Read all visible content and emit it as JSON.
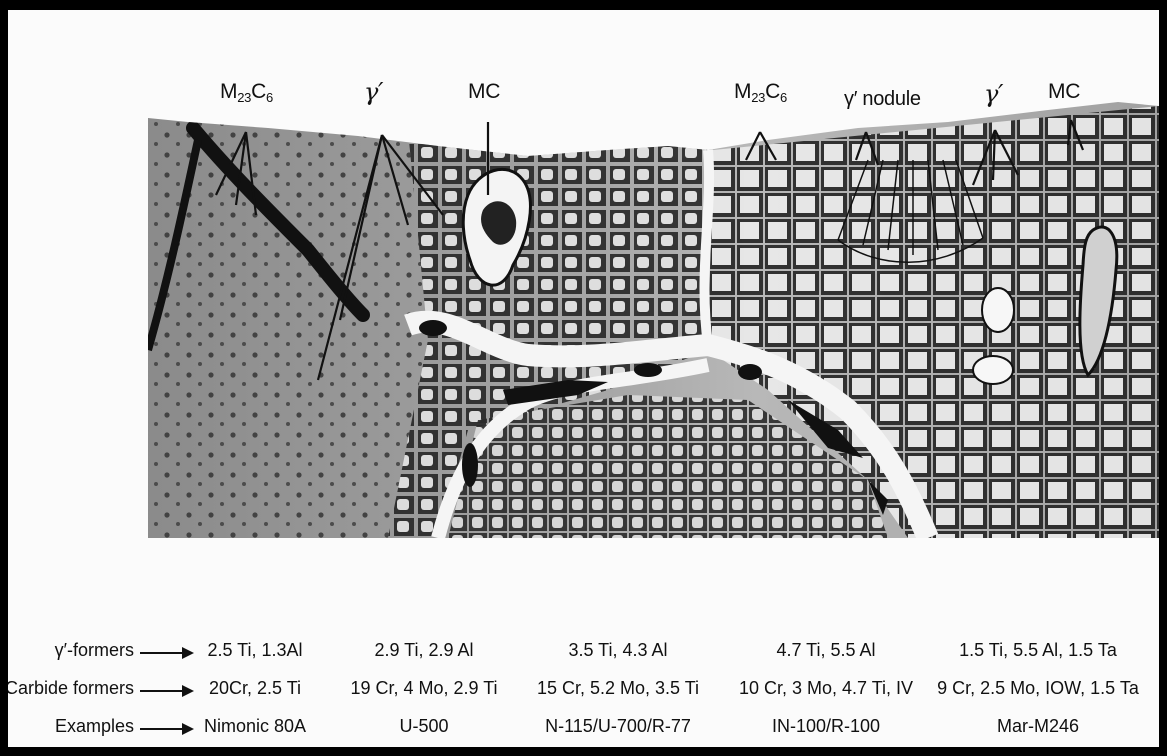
{
  "labels": {
    "m23c6_left": {
      "base": "M",
      "sub1": "23",
      "mid": "C",
      "sub2": "6"
    },
    "gamma_prime_left": "γ′",
    "mc_left": "MC",
    "m23c6_right": {
      "base": "M",
      "sub1": "23",
      "mid": "C",
      "sub2": "6"
    },
    "gamma_prime_nodule": "γ′ nodule",
    "gamma_prime_right": "γ′",
    "mc_right": "MC"
  },
  "table": {
    "rows": [
      {
        "label": "γ′-formers",
        "cells": [
          "2.5 Ti, 1.3Al",
          "2.9 Ti, 2.9 Al",
          "3.5 Ti, 4.3 Al",
          "4.7 Ti, 5.5 Al",
          "1.5 Ti, 5.5 Al, 1.5 Ta"
        ]
      },
      {
        "label": "Carbide formers",
        "cells": [
          "20Cr, 2.5 Ti",
          "19 Cr, 4 Mo, 2.9 Ti",
          "15 Cr, 5.2 Mo, 3.5 Ti",
          "10 Cr, 3 Mo, 4.7 Ti, IV",
          "9 Cr, 2.5 Mo, IOW, 1.5 Ta"
        ]
      },
      {
        "label": "Examples",
        "cells": [
          "Nimonic 80A",
          "U-500",
          "N-115/U-700/R-77",
          "IN-100/R-100",
          "Mar-M246"
        ]
      }
    ]
  },
  "colors": {
    "frame": "#000000",
    "paper": "#fbfbfb",
    "matrix_left": "#8f8f8f",
    "matrix_right": "#b4b4b4",
    "ink": "#151515"
  }
}
